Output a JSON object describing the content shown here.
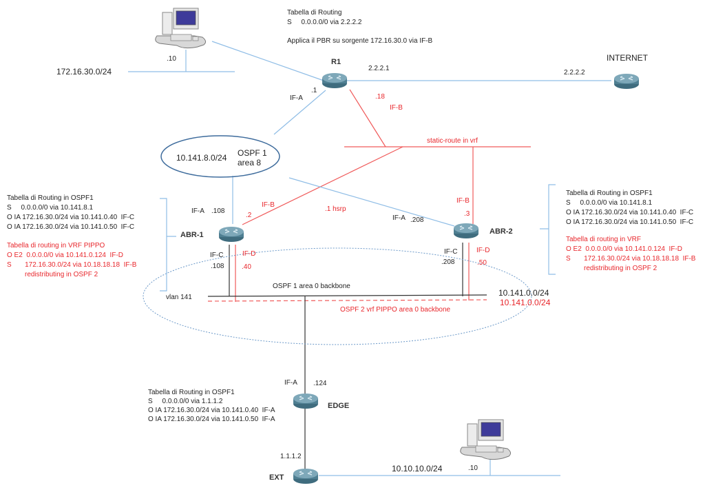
{
  "colors": {
    "link": "#8fbde6",
    "vrf": "#e8262b",
    "router_body": "#4f7f92",
    "router_top": "#7ea8b9",
    "ellipse": "#3d6b9c"
  },
  "r1": {
    "name": "R1",
    "table_title": "Tabella di Routing",
    "table_line": "S     0.0.0.0/0 via 2.2.2.2",
    "pbr": "Applica il PBR su sorgente 172.16.30.0 via IF-B",
    "wan_ip": "2.2.2.1",
    "if_a_label": "IF-A",
    "if_a_ip": ".1",
    "if_b_ip": ".18",
    "if_b_label": "IF-B"
  },
  "internet": {
    "name": "INTERNET",
    "ip": "2.2.2.2"
  },
  "pc1": {
    "ip": ".10",
    "subnet": "172.16.30.0/24"
  },
  "ospf_area8": {
    "subnet": "10.141.8.0/24",
    "line1": "OSPF 1",
    "line2": "area 8"
  },
  "static_route_label": "static-route in vrf",
  "hsrp_label": ".1 hsrp",
  "abr1": {
    "name": "ABR-1",
    "if_a_label": "IF-A",
    "if_a_ip": ".108",
    "if_b_label": "IF-B",
    "if_b_ip": ".2",
    "if_c_label": "IF-C",
    "if_c_ip": ".108",
    "if_d_label": "IF-D",
    "if_d_ip": ".40",
    "ospf_table": [
      "Tabella di Routing in OSPF1",
      "S     0.0.0.0/0 via 10.141.8.1",
      "O IA 172.16.30.0/24 via 10.141.0.40  IF-C",
      "O IA 172.16.30.0/24 via 10.141.0.50  IF-C"
    ],
    "vrf_table": [
      "Tabella di routing in VRF PIPPO",
      "O E2  0.0.0.0/0 via 10.141.0.124  IF-D",
      "S       172.16.30.0/24 via 10.18.18.18  IF-B",
      "redistributing in OSPF 2"
    ]
  },
  "abr2": {
    "name": "ABR-2",
    "if_a_label": "IF-A",
    "if_a_ip": ".208",
    "if_b_label": "IF-B",
    "if_b_ip": ".3",
    "if_c_label": "IF-C",
    "if_c_ip": ".208",
    "if_d_label": "IF-D",
    "if_d_ip": ".50",
    "ospf_table": [
      "Tabella di Routing in OSPF1",
      "S     0.0.0.0/0 via 10.141.8.1",
      "O IA 172.16.30.0/24 via 10.141.0.40  IF-C",
      "O IA 172.16.30.0/24 via 10.141.0.50  IF-C"
    ],
    "vrf_table": [
      "Tabella di routing in VRF",
      "O E2  0.0.0.0/0 via 10.141.0.124  IF-D",
      "S       172.16.30.0/24 via 10.18.18.18  IF-B",
      "redistributing in OSPF 2"
    ]
  },
  "backbone": {
    "vlan": "vlan 141",
    "ospf1_label": "OSPF 1 area 0 backbone",
    "ospf2_label": "OSPF 2 vrf PIPPO area 0 backbone",
    "subnet1": "10.141.0.0/24",
    "subnet2": "10.141.0.0/24"
  },
  "edge": {
    "name": "EDGE",
    "if_a_label": "IF-A",
    "if_a_ip": ".124",
    "table": [
      "Tabella di Routing in OSPF1",
      "S     0.0.0.0/0 via 1.1.1.2",
      "O IA 172.16.30.0/24 via 10.141.0.40  IF-A",
      "O IA 172.16.30.0/24 via 10.141.0.50  IF-A"
    ]
  },
  "ext": {
    "name": "EXT",
    "ip": "1.1.1.2"
  },
  "pc2": {
    "ip": ".10",
    "subnet": "10.10.10.0/24"
  }
}
